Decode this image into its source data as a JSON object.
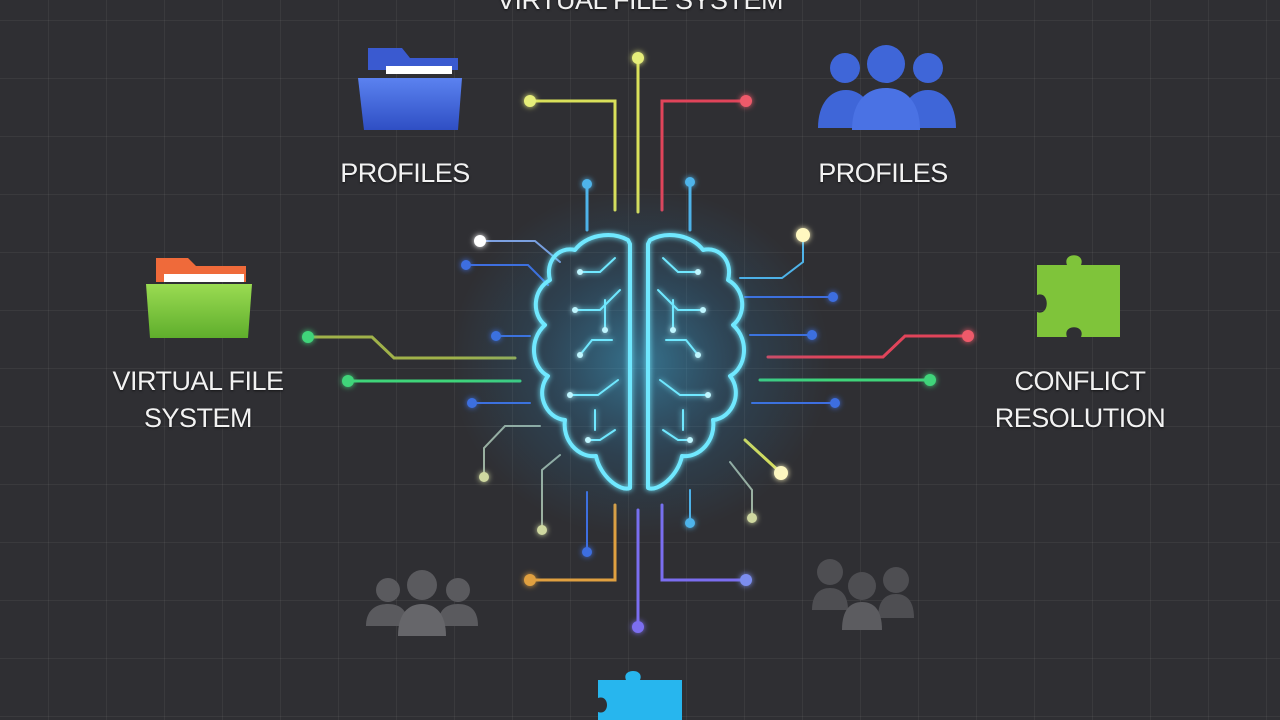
{
  "diagram": {
    "top_title": "VIRTUAL FILE SYSTEM",
    "nodes": {
      "top_left": {
        "label": "PROFILES",
        "icon": "folder-icon",
        "color": "#3f66d8"
      },
      "top_right": {
        "label": "PROFILES",
        "icon": "users-icon",
        "color": "#3f66d8"
      },
      "mid_left": {
        "label": "VIRTUAL FILE\nSYSTEM",
        "icon": "folder-icon",
        "color": "#7fc43a"
      },
      "mid_right": {
        "label": "CONFLICT\nRESOLUTION",
        "icon": "puzzle-icon",
        "color": "#7fc43a"
      },
      "bottom_left": {
        "icon": "users-icon",
        "color": "#5a5a5e"
      },
      "bottom_right": {
        "icon": "users-icon",
        "color": "#5a5a5e"
      },
      "bottom_center": {
        "icon": "puzzle-icon",
        "color": "#27b6ee"
      }
    },
    "center": {
      "icon": "brain-icon",
      "color": "#5fe3ff"
    },
    "line_colors": {
      "yellow": "#d9e05a",
      "red": "#e0445a",
      "green": "#3fd47a",
      "blue": "#3e6ee0",
      "cyan": "#4fb4ea",
      "orange": "#e0a040",
      "purple": "#7b6ef0"
    }
  }
}
